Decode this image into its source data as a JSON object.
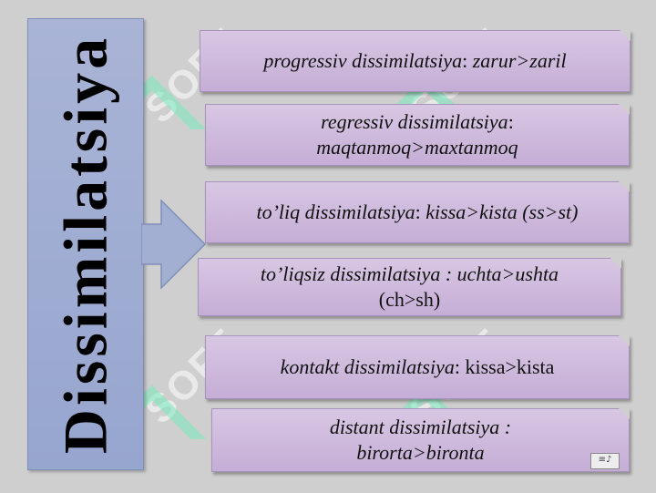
{
  "title": "Dissimilatsiya",
  "watermark": "SOFF",
  "items": [
    {
      "label": "progressiv dissimilatsiya",
      "sep": ": ",
      "example": "zarur>zaril"
    },
    {
      "label": "regressiv dissimilatsiya",
      "sep": ":",
      "example": "maqtanmoq>maxtanmoq"
    },
    {
      "label": "to’liq dissimilatsiya",
      "sep": ": ",
      "example": "kissa>kista (ss>st)"
    },
    {
      "label": "to’liqsiz dissimilatsiya : uchta>ushta",
      "sep": "",
      "example": "(ch>sh)"
    },
    {
      "label": "kontakt dissimilatsiya",
      "sep": ": ",
      "example": "kissa>kista"
    },
    {
      "label": "distant dissimilatsiya :",
      "sep": "",
      "example": "birorta>bironta"
    }
  ],
  "colors": {
    "background": "#cfcfcf",
    "title_bar": "#a0aed3",
    "boxes": "#cdb8dc"
  },
  "icons": {
    "sound": "sound-icon"
  }
}
